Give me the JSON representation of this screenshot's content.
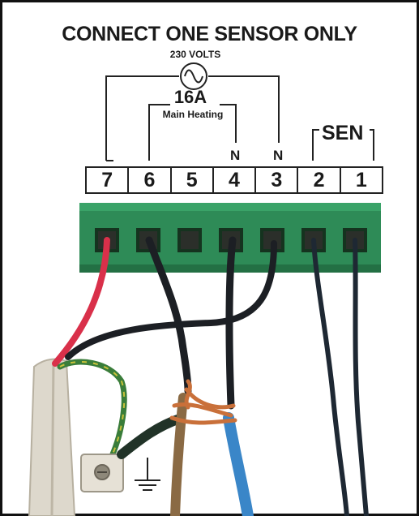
{
  "title": "CONNECT ONE SENSOR ONLY",
  "supply_label": "230 VOLTS",
  "rating_label": "16A",
  "rating_sublabel": "Main Heating",
  "neutral_label": "N",
  "sensor_label": "SEN",
  "terminals": [
    "7",
    "6",
    "5",
    "4",
    "3",
    "2",
    "1"
  ],
  "icons": {
    "ac_source": "ac-sine-icon",
    "earth": "earth-ground-icon"
  },
  "colors": {
    "terminal_block": "#2e8b57",
    "live_wire": "#d9304a",
    "black_wire": "#1c1f24",
    "brown_wire": "#8a6a44",
    "blue_wire": "#3a86c8",
    "earth_wire": "#3a7d3a",
    "copper": "#c9703a"
  }
}
